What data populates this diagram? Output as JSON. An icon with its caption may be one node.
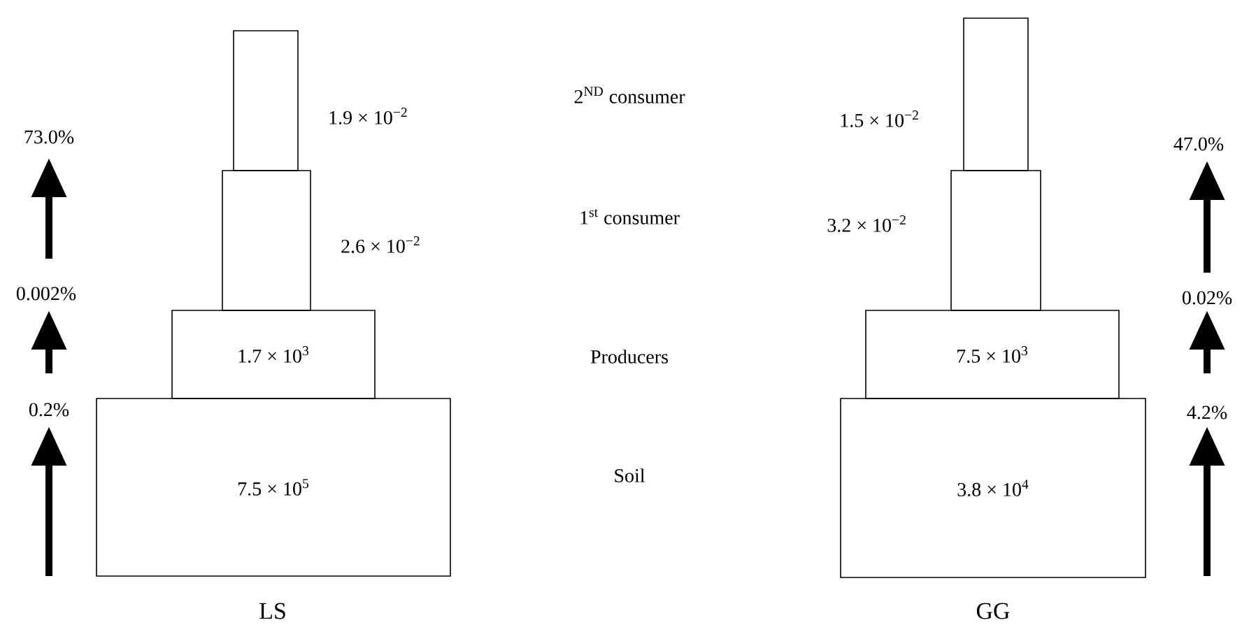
{
  "diagram": {
    "nodes": [
      {
        "text": [],
        "shape": "box",
        "beside": [
          "1.9 × 10$^{−2}$"
        ]
      },
      {
        "text": [],
        "shape": "box",
        "beside": [
          "2.6 × 10$^{−2}$"
        ]
      },
      {
        "text": [
          "1.7 × 10$^{3}$"
        ]
      },
      {
        "text": [
          "7.5 × 10$^{5}$"
        ]
      },
      {
        "text": [],
        "shape": "box",
        "beside": [
          "1.5 × 10$^{−2}$"
        ]
      },
      {
        "text": [],
        "shape": "box",
        "beside": [
          "3.2 × 10$^{−2}$"
        ]
      },
      {
        "text": [
          "7.5 × 10$^{3}$"
        ]
      },
      {
        "text": [
          "3.8 × 10$^{4}$"
        ]
      }
    ],
    "labels": [
      "2$^{ND}$ consumer",
      "1$^{st}$ consumer",
      "Producers",
      "Soil",
      "73.0%",
      "0.002%",
      "0.2%",
      "47.0%",
      "0.02%",
      "4.2%",
      "LS",
      "GG"
    ]
  }
}
